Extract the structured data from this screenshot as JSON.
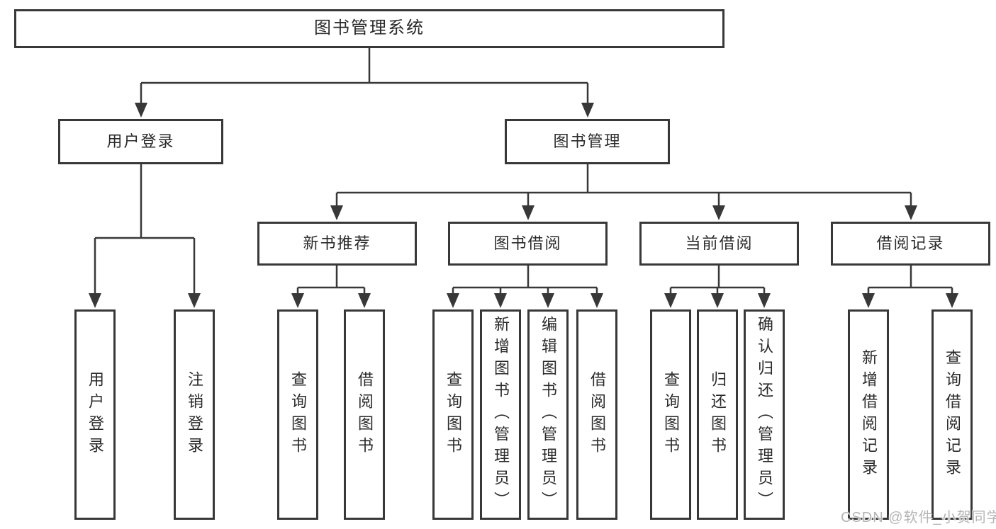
{
  "root": {
    "label": "图书管理系统"
  },
  "branches": [
    {
      "label": "用户登录",
      "children": [
        {
          "label": "用户登录"
        },
        {
          "label": "注销登录"
        }
      ]
    },
    {
      "label": "图书管理",
      "children": [
        {
          "label": "新书推荐",
          "children": [
            {
              "label": "查询图书"
            },
            {
              "label": "借阅图书"
            }
          ]
        },
        {
          "label": "图书借阅",
          "children": [
            {
              "label": "查询图书"
            },
            {
              "label": "新增图书（管理员）"
            },
            {
              "label": "编辑图书（管理员）"
            },
            {
              "label": "借阅图书"
            }
          ]
        },
        {
          "label": "当前借阅",
          "children": [
            {
              "label": "查询图书"
            },
            {
              "label": "归还图书"
            },
            {
              "label": "确认归还（管理员）"
            }
          ]
        },
        {
          "label": "借阅记录",
          "children": [
            {
              "label": "新增借阅记录"
            },
            {
              "label": "查询借阅记录"
            }
          ]
        }
      ]
    }
  ],
  "watermark": "CSDN @软件_小贺同学",
  "colors": {
    "line": "#383838",
    "text": "#2a2a2a",
    "watermark": "#b5b5b5",
    "background": "#ffffff"
  }
}
